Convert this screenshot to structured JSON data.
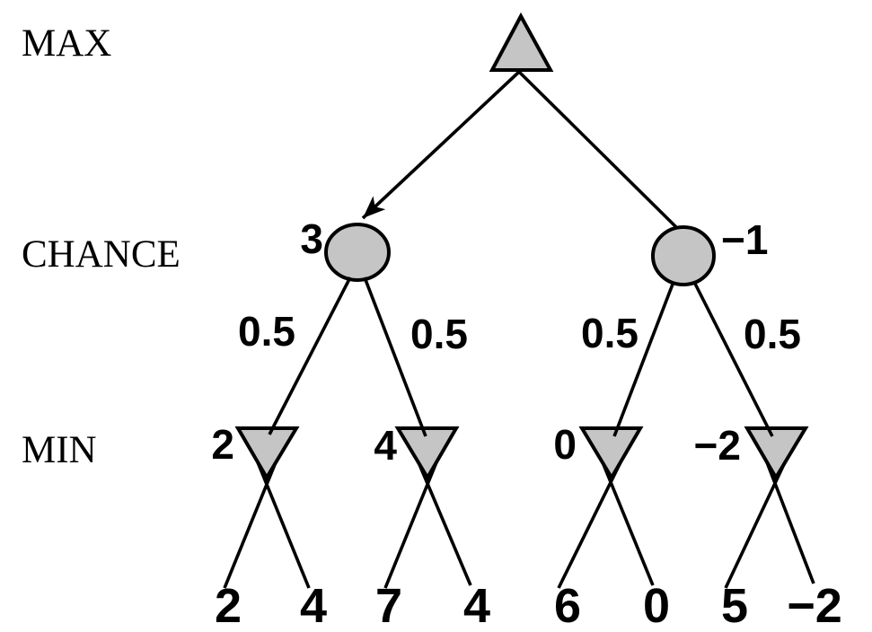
{
  "row_labels": {
    "max": "MAX",
    "chance": "CHANCE",
    "min": "MIN"
  },
  "chance_values": {
    "left": "3",
    "right": "−1"
  },
  "probabilities": [
    "0.5",
    "0.5",
    "0.5",
    "0.5"
  ],
  "min_values": [
    "2",
    "4",
    "0",
    "−2"
  ],
  "leaf_values": [
    "2",
    "4",
    "7",
    "4",
    "6",
    "0",
    "5",
    "−2"
  ],
  "colors": {
    "node_fill": "#c5c5c5",
    "stroke": "#000000",
    "text": "#000000",
    "background": "#ffffff"
  }
}
